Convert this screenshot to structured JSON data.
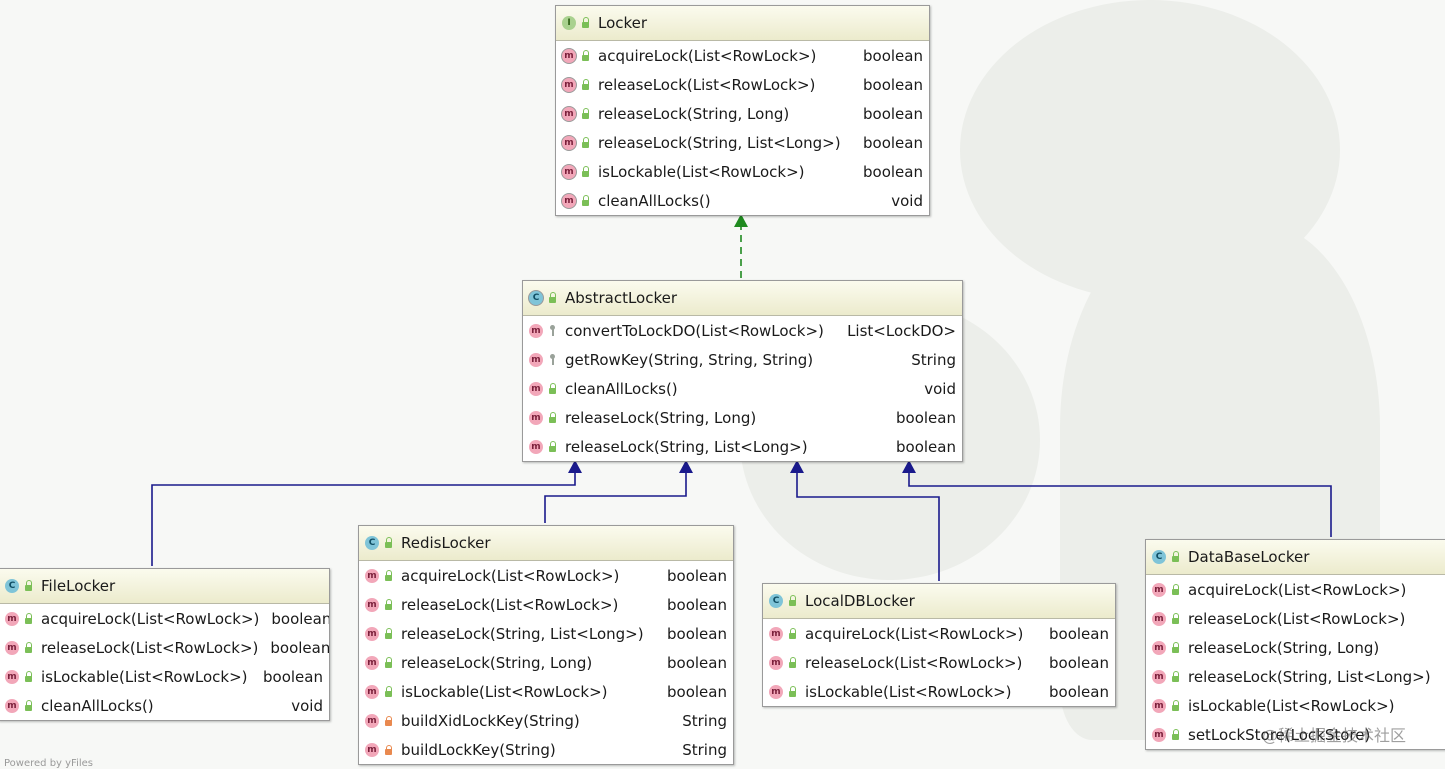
{
  "classes": [
    {
      "id": "locker",
      "name": "Locker",
      "kind": "I",
      "kind_icon": "interface-icon",
      "rows": [
        {
          "name": "acquireLock(List<RowLock>)",
          "type": "boolean",
          "vis": "public",
          "abstract": true
        },
        {
          "name": "releaseLock(List<RowLock>)",
          "type": "boolean",
          "vis": "public",
          "abstract": true
        },
        {
          "name": "releaseLock(String, Long)",
          "type": "boolean",
          "vis": "public",
          "abstract": true
        },
        {
          "name": "releaseLock(String, List<Long>)",
          "type": "boolean",
          "vis": "public",
          "abstract": true
        },
        {
          "name": "isLockable(List<RowLock>)",
          "type": "boolean",
          "vis": "public",
          "abstract": true
        },
        {
          "name": "cleanAllLocks()",
          "type": "void",
          "vis": "public",
          "abstract": true
        }
      ]
    },
    {
      "id": "abstract-locker",
      "name": "AbstractLocker",
      "kind": "C",
      "kind_icon": "abstract-class-icon",
      "abstract": true,
      "rows": [
        {
          "name": "convertToLockDO(List<RowLock>)",
          "type": "List<LockDO>",
          "vis": "protected"
        },
        {
          "name": "getRowKey(String, String, String)",
          "type": "String",
          "vis": "protected"
        },
        {
          "name": "cleanAllLocks()",
          "type": "void",
          "vis": "public"
        },
        {
          "name": "releaseLock(String, Long)",
          "type": "boolean",
          "vis": "public"
        },
        {
          "name": "releaseLock(String, List<Long>)",
          "type": "boolean",
          "vis": "public"
        }
      ]
    },
    {
      "id": "file-locker",
      "name": "FileLocker",
      "kind": "C",
      "kind_icon": "class-icon",
      "rows": [
        {
          "name": "acquireLock(List<RowLock>)",
          "type": "boolean",
          "vis": "public"
        },
        {
          "name": "releaseLock(List<RowLock>)",
          "type": "boolean",
          "vis": "public"
        },
        {
          "name": "isLockable(List<RowLock>)",
          "type": "boolean",
          "vis": "public"
        },
        {
          "name": "cleanAllLocks()",
          "type": "void",
          "vis": "public"
        }
      ]
    },
    {
      "id": "redis-locker",
      "name": "RedisLocker",
      "kind": "C",
      "kind_icon": "class-icon",
      "rows": [
        {
          "name": "acquireLock(List<RowLock>)",
          "type": "boolean",
          "vis": "public"
        },
        {
          "name": "releaseLock(List<RowLock>)",
          "type": "boolean",
          "vis": "public"
        },
        {
          "name": "releaseLock(String, List<Long>)",
          "type": "boolean",
          "vis": "public"
        },
        {
          "name": "releaseLock(String, Long)",
          "type": "boolean",
          "vis": "public"
        },
        {
          "name": "isLockable(List<RowLock>)",
          "type": "boolean",
          "vis": "public"
        },
        {
          "name": "buildXidLockKey(String)",
          "type": "String",
          "vis": "private"
        },
        {
          "name": "buildLockKey(String)",
          "type": "String",
          "vis": "private"
        }
      ]
    },
    {
      "id": "localdb-locker",
      "name": "LocalDBLocker",
      "kind": "C",
      "kind_icon": "class-icon",
      "rows": [
        {
          "name": "acquireLock(List<RowLock>)",
          "type": "boolean",
          "vis": "public"
        },
        {
          "name": "releaseLock(List<RowLock>)",
          "type": "boolean",
          "vis": "public"
        },
        {
          "name": "isLockable(List<RowLock>)",
          "type": "boolean",
          "vis": "public"
        }
      ]
    },
    {
      "id": "database-locker",
      "name": "DataBaseLocker",
      "kind": "C",
      "kind_icon": "class-icon",
      "rows": [
        {
          "name": "acquireLock(List<RowLock>)",
          "type": "",
          "vis": "public"
        },
        {
          "name": "releaseLock(List<RowLock>)",
          "type": "",
          "vis": "public"
        },
        {
          "name": "releaseLock(String, Long)",
          "type": "",
          "vis": "public"
        },
        {
          "name": "releaseLock(String, List<Long>)",
          "type": "",
          "vis": "public"
        },
        {
          "name": "isLockable(List<RowLock>)",
          "type": "",
          "vis": "public"
        },
        {
          "name": "setLockStore(LockStore)",
          "type": "",
          "vis": "public"
        }
      ]
    }
  ],
  "edges": [
    {
      "from": "abstract-locker",
      "to": "locker",
      "kind": "implements",
      "color": "#1f8a1f"
    },
    {
      "from": "file-locker",
      "to": "abstract-locker",
      "kind": "extends",
      "color": "#1a1a8c"
    },
    {
      "from": "redis-locker",
      "to": "abstract-locker",
      "kind": "extends",
      "color": "#1a1a8c"
    },
    {
      "from": "localdb-locker",
      "to": "abstract-locker",
      "kind": "extends",
      "color": "#1a1a8c"
    },
    {
      "from": "database-locker",
      "to": "abstract-locker",
      "kind": "extends",
      "color": "#1a1a8c"
    }
  ],
  "icons": {
    "method": "method-icon",
    "public": "public-lock-icon",
    "protected": "protected-pin-icon",
    "private": "private-lock-icon"
  },
  "watermark": "@稀土掘金技术社区"
}
